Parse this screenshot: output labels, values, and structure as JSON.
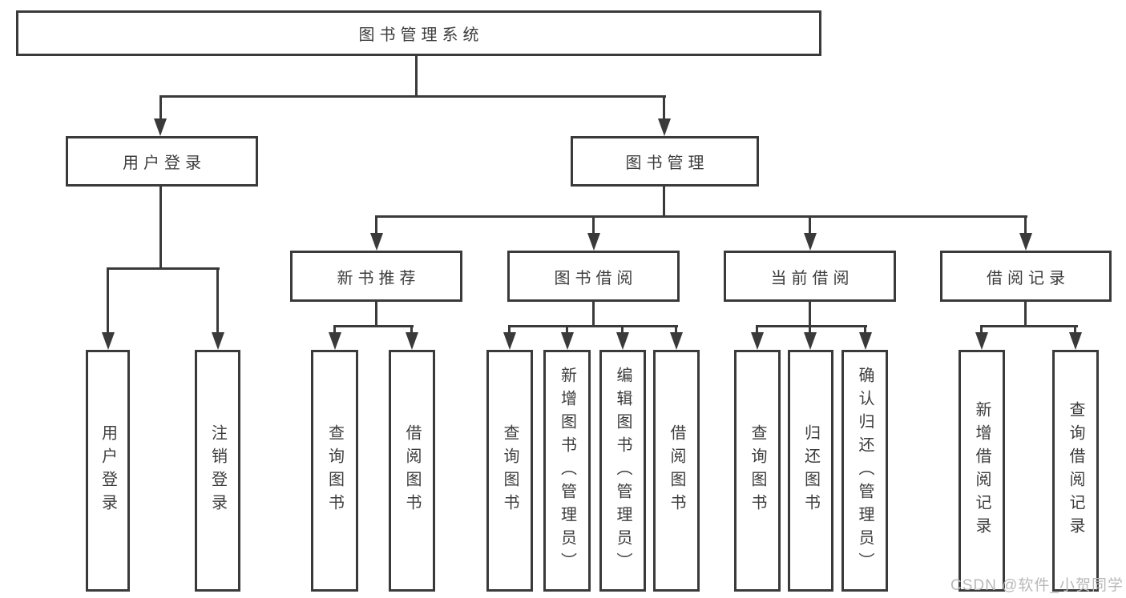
{
  "diagram": {
    "title": "图书管理系统",
    "root": {
      "label": "图书管理系统"
    },
    "level2": {
      "user_login": {
        "label": "用户登录"
      },
      "book_management": {
        "label": "图书管理"
      }
    },
    "level3": {
      "new_book_recommend": {
        "label": "新书推荐"
      },
      "book_borrow": {
        "label": "图书借阅"
      },
      "current_borrow": {
        "label": "当前借阅"
      },
      "borrow_records": {
        "label": "借阅记录"
      }
    },
    "leaves": {
      "user_login": "用户登录",
      "logout": "注销登录",
      "recommend_query_books": "查询图书",
      "recommend_borrow_books": "借阅图书",
      "borrow_query_books": "查询图书",
      "borrow_add_books_admin": "新增图书（管理员）",
      "borrow_edit_books_admin": "编辑图书（管理员）",
      "borrow_borrow_books": "借阅图书",
      "current_query_books": "查询图书",
      "current_return_books": "归还图书",
      "current_confirm_return_admin": "确认归还（管理员）",
      "records_add_record": "新增借阅记录",
      "records_query_record": "查询借阅记录"
    },
    "watermark": "CSDN @软件_小贺同学"
  }
}
